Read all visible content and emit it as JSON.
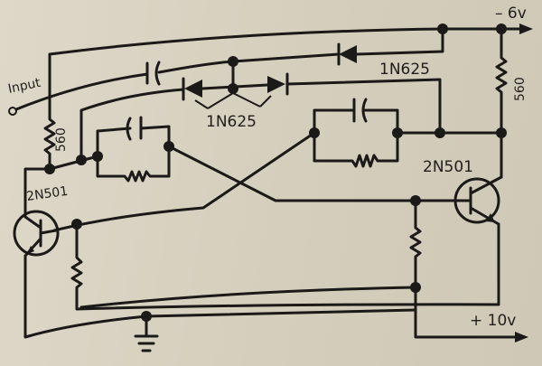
{
  "labels": {
    "input": "Input",
    "supply_negative": "– 6v",
    "supply_positive": "+ 10v",
    "resistor_left": "560",
    "resistor_right": "560",
    "diode_top": "1N625",
    "diode_pair": "1N625",
    "transistor_left": "2N501",
    "transistor_right": "2N501"
  },
  "colors": {
    "ink": "#1b1a18",
    "paper": "#d9d3c2"
  }
}
